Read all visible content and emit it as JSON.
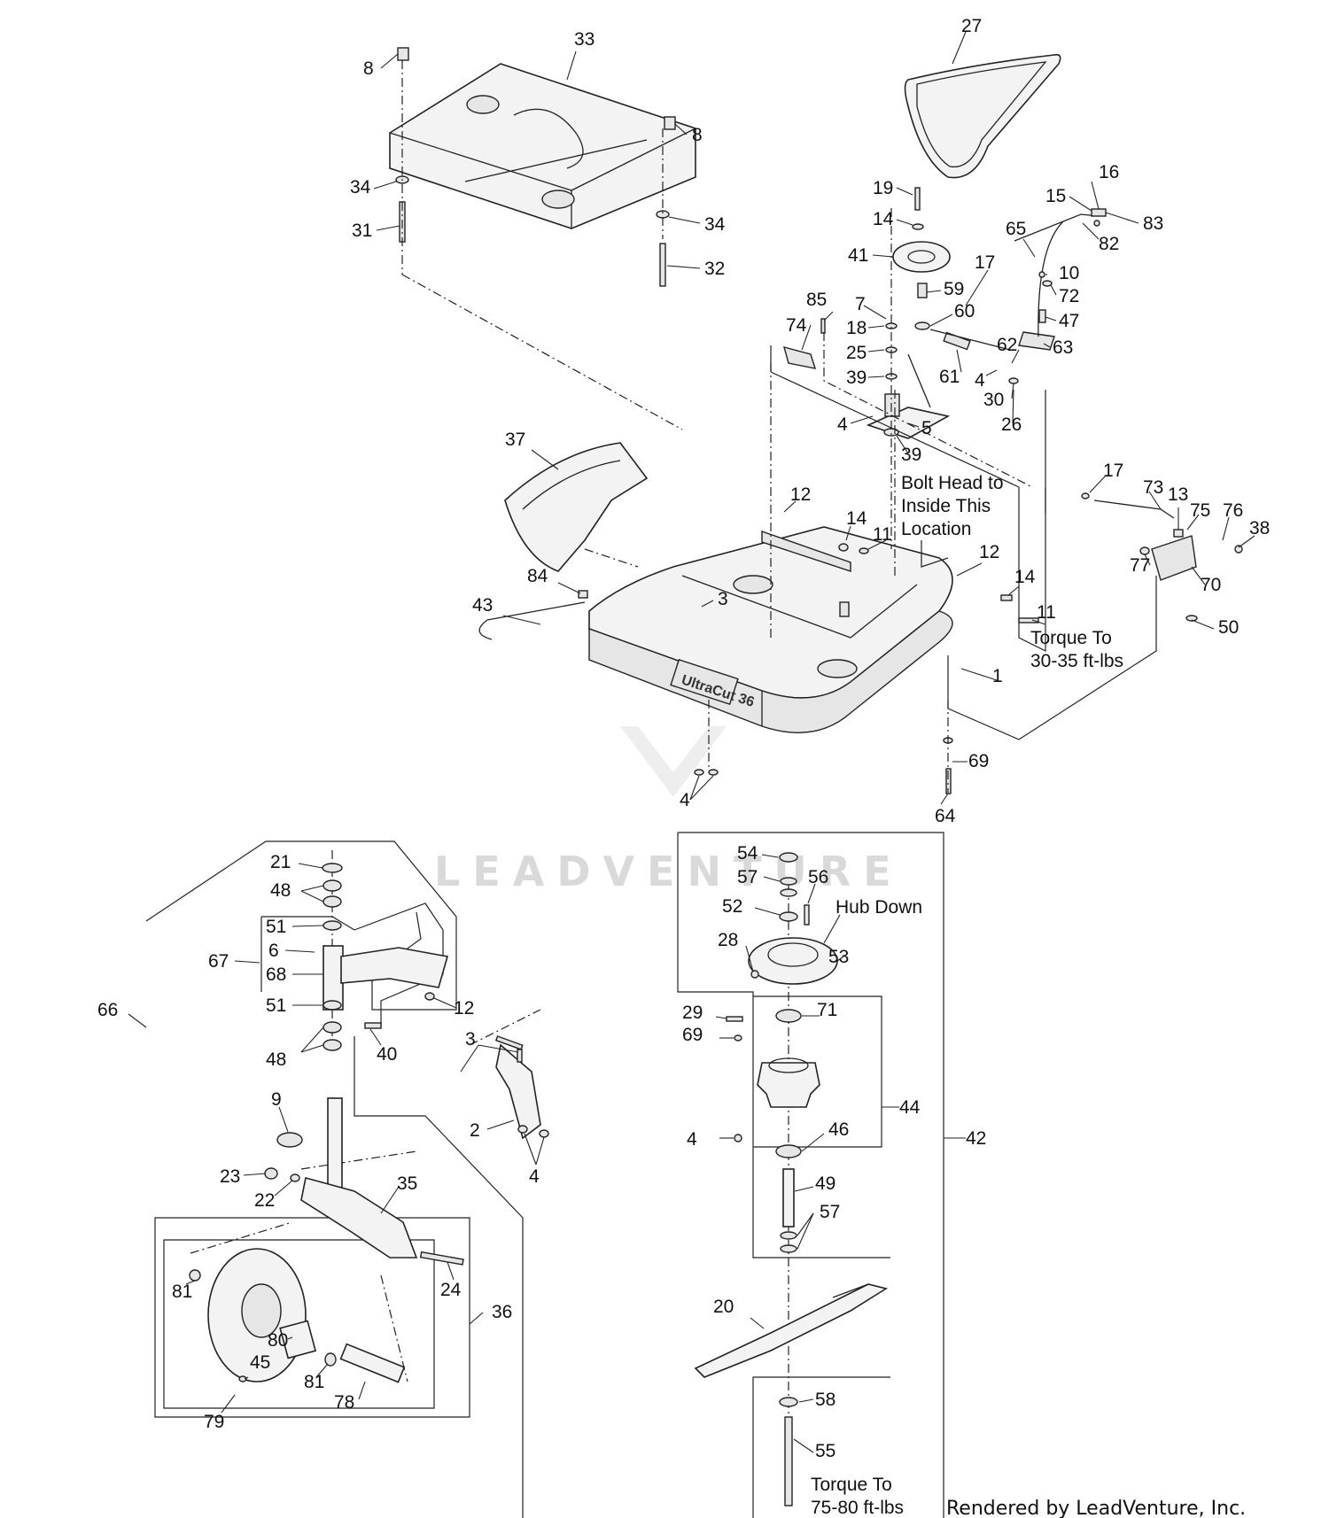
{
  "title": "",
  "watermark": "LEADVENTURE",
  "footer": "Rendered by LeadVenture, Inc.",
  "notes": {
    "bolt_head": [
      "Bolt Head to",
      "Inside This",
      "Location"
    ],
    "torque_deck": [
      "Torque To",
      "30-35 ft-lbs"
    ],
    "hub_down": "Hub Down",
    "torque_blade": [
      "Torque To",
      "75-80 ft-lbs"
    ]
  },
  "deck_brand": "UltraCut 36",
  "callouts": [
    {
      "id": "c1",
      "text": "8"
    },
    {
      "id": "c2",
      "text": "33"
    },
    {
      "id": "c3",
      "text": "8"
    },
    {
      "id": "c4",
      "text": "27"
    },
    {
      "id": "c5",
      "text": "34"
    },
    {
      "id": "c6",
      "text": "31"
    },
    {
      "id": "c7",
      "text": "34"
    },
    {
      "id": "c8",
      "text": "32"
    },
    {
      "id": "c9",
      "text": "19"
    },
    {
      "id": "c10",
      "text": "14"
    },
    {
      "id": "c11",
      "text": "41"
    },
    {
      "id": "c12",
      "text": "16"
    },
    {
      "id": "c13",
      "text": "15"
    },
    {
      "id": "c14",
      "text": "83"
    },
    {
      "id": "c15",
      "text": "82"
    },
    {
      "id": "c16",
      "text": "65"
    },
    {
      "id": "c17",
      "text": "17"
    },
    {
      "id": "c18",
      "text": "10"
    },
    {
      "id": "c19",
      "text": "72"
    },
    {
      "id": "c20",
      "text": "47"
    },
    {
      "id": "c21",
      "text": "59"
    },
    {
      "id": "c22",
      "text": "60"
    },
    {
      "id": "c23",
      "text": "85"
    },
    {
      "id": "c24",
      "text": "7"
    },
    {
      "id": "c25",
      "text": "74"
    },
    {
      "id": "c26",
      "text": "18"
    },
    {
      "id": "c27",
      "text": "25"
    },
    {
      "id": "c28",
      "text": "39"
    },
    {
      "id": "c29",
      "text": "62"
    },
    {
      "id": "c30",
      "text": "63"
    },
    {
      "id": "c31",
      "text": "61"
    },
    {
      "id": "c32",
      "text": "4"
    },
    {
      "id": "c33",
      "text": "30"
    },
    {
      "id": "c34",
      "text": "26"
    },
    {
      "id": "c35",
      "text": "4"
    },
    {
      "id": "c36",
      "text": "5"
    },
    {
      "id": "c37",
      "text": "39"
    },
    {
      "id": "c38",
      "text": "37"
    },
    {
      "id": "c39",
      "text": "12"
    },
    {
      "id": "c40",
      "text": "14"
    },
    {
      "id": "c41",
      "text": "11"
    },
    {
      "id": "c42",
      "text": "17"
    },
    {
      "id": "c43",
      "text": "73"
    },
    {
      "id": "c44",
      "text": "13"
    },
    {
      "id": "c45",
      "text": "75"
    },
    {
      "id": "c46",
      "text": "76"
    },
    {
      "id": "c47",
      "text": "38"
    },
    {
      "id": "c48",
      "text": "77"
    },
    {
      "id": "c49",
      "text": "70"
    },
    {
      "id": "c50",
      "text": "84"
    },
    {
      "id": "c51",
      "text": "3"
    },
    {
      "id": "c52",
      "text": "12"
    },
    {
      "id": "c53",
      "text": "14"
    },
    {
      "id": "c54",
      "text": "43"
    },
    {
      "id": "c55",
      "text": "11"
    },
    {
      "id": "c56",
      "text": "50"
    },
    {
      "id": "c57",
      "text": "1"
    },
    {
      "id": "c58",
      "text": "69"
    },
    {
      "id": "c59",
      "text": "4"
    },
    {
      "id": "c60",
      "text": "64"
    },
    {
      "id": "c61",
      "text": "21"
    },
    {
      "id": "c62",
      "text": "48"
    },
    {
      "id": "c63",
      "text": "51"
    },
    {
      "id": "c64",
      "text": "6"
    },
    {
      "id": "c65",
      "text": "67"
    },
    {
      "id": "c66",
      "text": "68"
    },
    {
      "id": "c67",
      "text": "51"
    },
    {
      "id": "c68",
      "text": "12"
    },
    {
      "id": "c69",
      "text": "66"
    },
    {
      "id": "c70",
      "text": "48"
    },
    {
      "id": "c71",
      "text": "40"
    },
    {
      "id": "c72",
      "text": "3"
    },
    {
      "id": "c73",
      "text": "9"
    },
    {
      "id": "c74",
      "text": "2"
    },
    {
      "id": "c75",
      "text": "4"
    },
    {
      "id": "c76",
      "text": "23"
    },
    {
      "id": "c77",
      "text": "22"
    },
    {
      "id": "c78",
      "text": "35"
    },
    {
      "id": "c79",
      "text": "81"
    },
    {
      "id": "c80",
      "text": "24"
    },
    {
      "id": "c81",
      "text": "36"
    },
    {
      "id": "c82",
      "text": "80"
    },
    {
      "id": "c83",
      "text": "45"
    },
    {
      "id": "c84",
      "text": "81"
    },
    {
      "id": "c85",
      "text": "79"
    },
    {
      "id": "c86",
      "text": "78"
    },
    {
      "id": "c87",
      "text": "54"
    },
    {
      "id": "c88",
      "text": "57"
    },
    {
      "id": "c89",
      "text": "56"
    },
    {
      "id": "c90",
      "text": "52"
    },
    {
      "id": "c91",
      "text": "28"
    },
    {
      "id": "c92",
      "text": "53"
    },
    {
      "id": "c93",
      "text": "71"
    },
    {
      "id": "c94",
      "text": "29"
    },
    {
      "id": "c95",
      "text": "69"
    },
    {
      "id": "c96",
      "text": "44"
    },
    {
      "id": "c97",
      "text": "42"
    },
    {
      "id": "c98",
      "text": "4"
    },
    {
      "id": "c99",
      "text": "46"
    },
    {
      "id": "c100",
      "text": "49"
    },
    {
      "id": "c101",
      "text": "57"
    },
    {
      "id": "c102",
      "text": "20"
    },
    {
      "id": "c103",
      "text": "58"
    },
    {
      "id": "c104",
      "text": "55"
    }
  ]
}
